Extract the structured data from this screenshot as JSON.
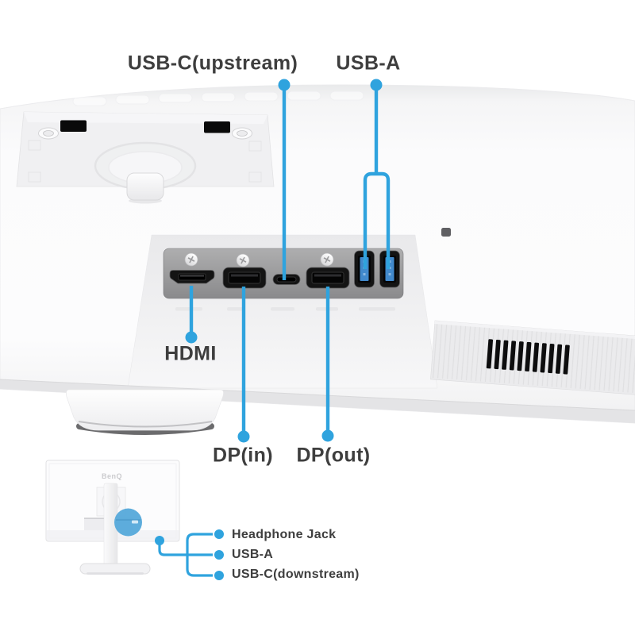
{
  "page": {
    "background": "#ffffff"
  },
  "colors": {
    "accent_blue": "#2fa3de",
    "label_text": "#3e3e3e",
    "io_panel_gray": "#9b9b9c",
    "usb_tongue_blue": "#4189cc",
    "port_black": "#131313",
    "vent_slot_black": "#0d0d0e"
  },
  "main_view": {
    "labels": {
      "usb_c_upstream": "USB-C(upstream)",
      "usb_a": "USB-A",
      "hdmi": "HDMI",
      "dp_in": "DP(in)",
      "dp_out": "DP(out)"
    },
    "ports": [
      "hdmi-port",
      "dp-in-port",
      "usb-c-upstream-port",
      "dp-out-port",
      "usb-a-port-1",
      "usb-a-port-2"
    ]
  },
  "inset_view": {
    "brand_logo": "BenQ",
    "labels": {
      "headphone_jack": "Headphone Jack",
      "usb_a": "USB-A",
      "usb_c_downstream": "USB-C(downstream)"
    }
  }
}
